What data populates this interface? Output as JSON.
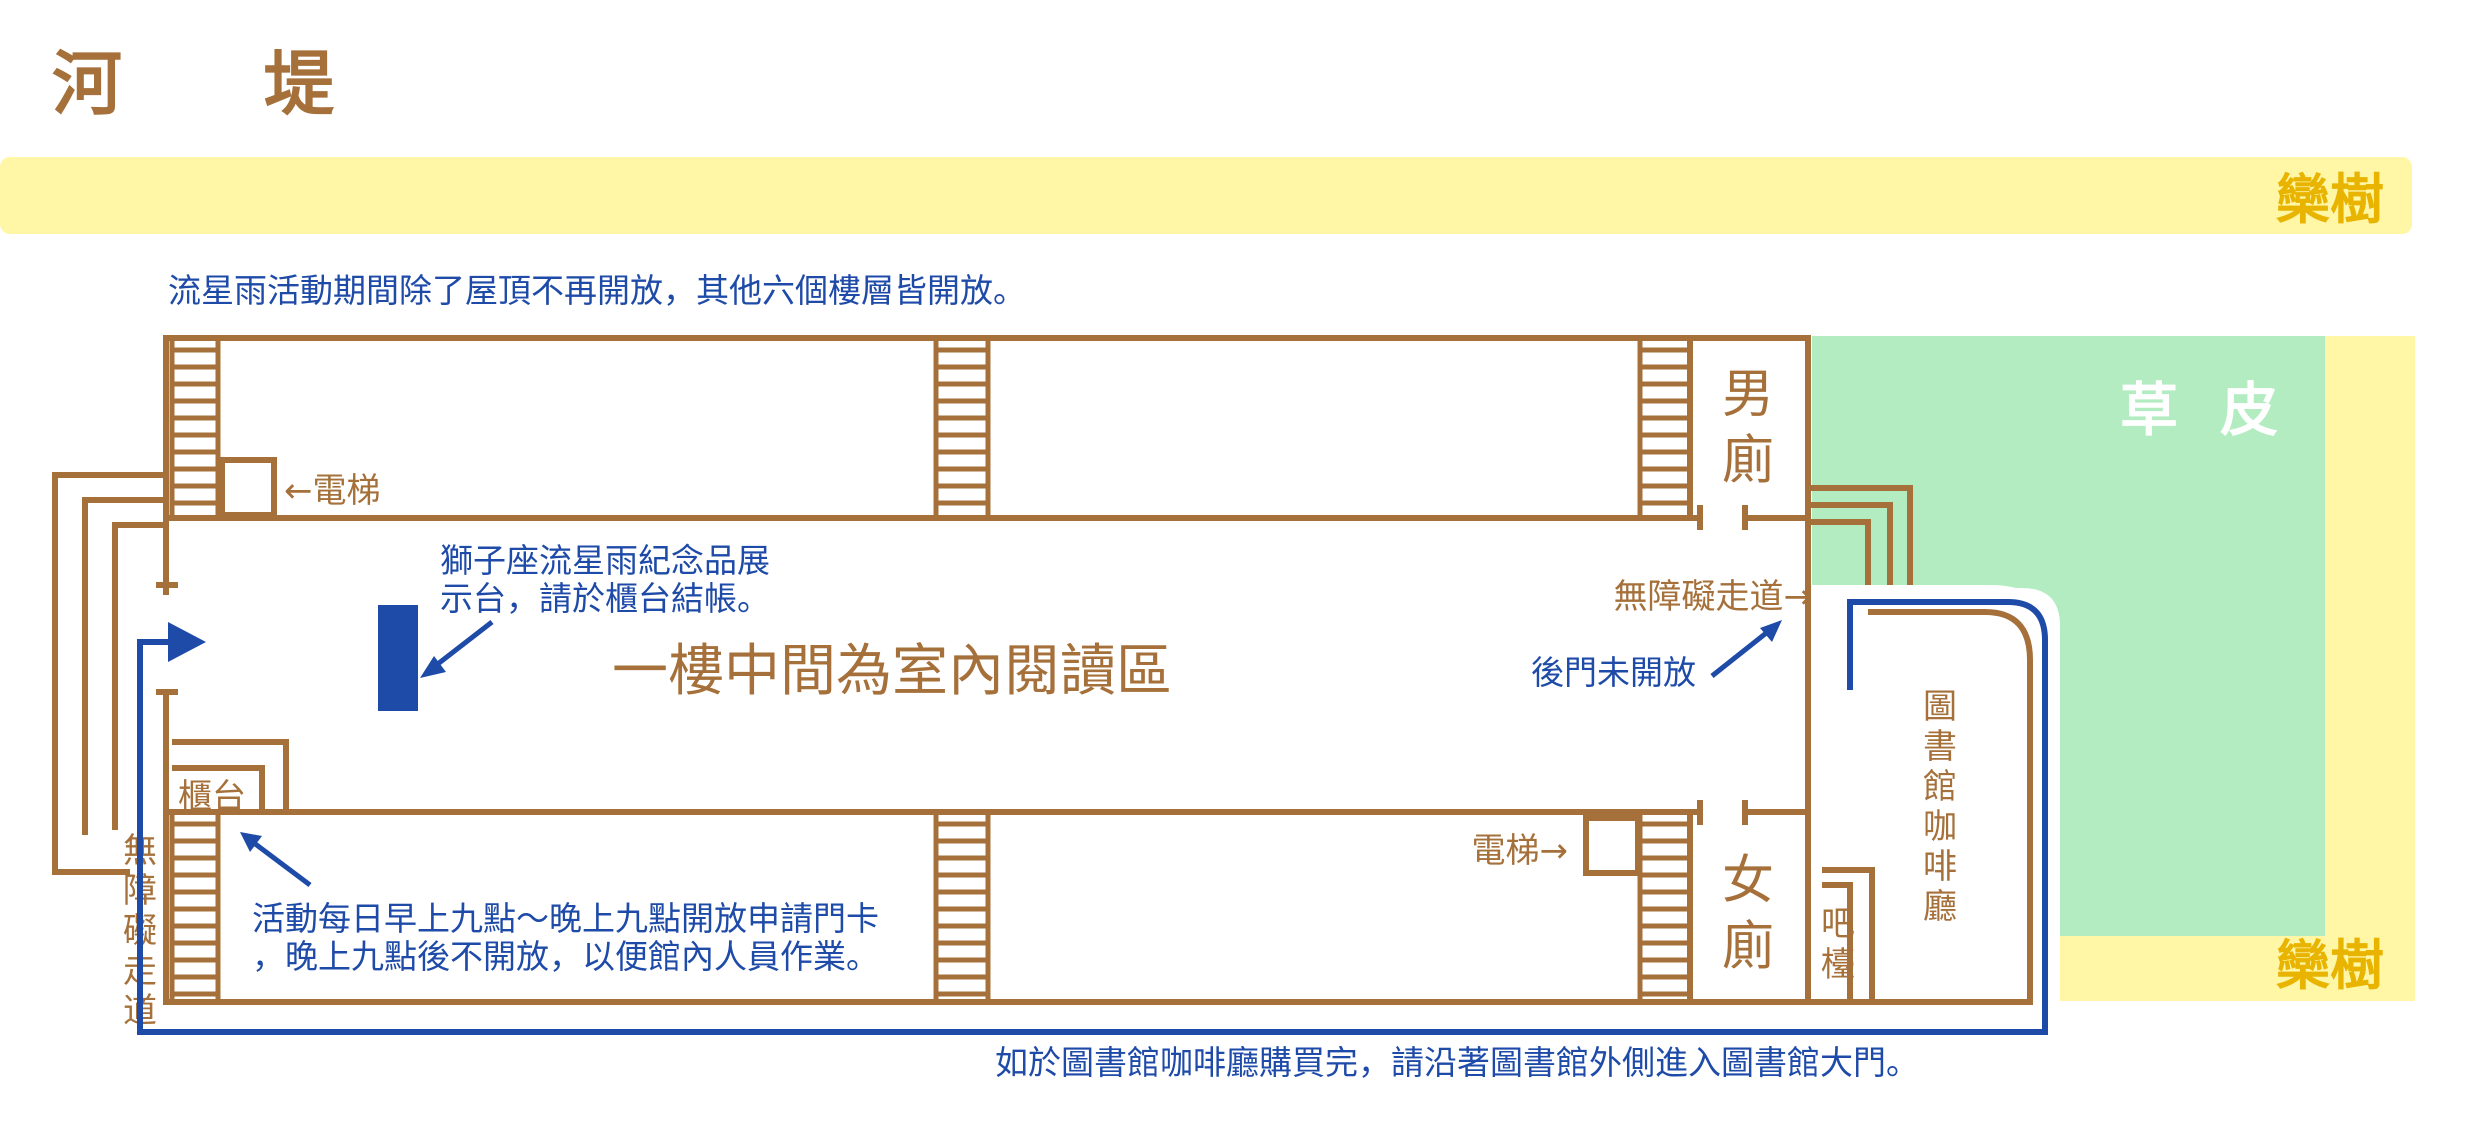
{
  "title_chars": [
    "河",
    "堤"
  ],
  "trees_top": "欒樹",
  "trees_bottom": "欒樹",
  "lawn": [
    "草",
    "皮"
  ],
  "notice_top": "流星雨活動期間除了屋頂不再開放，其他六個樓層皆開放。",
  "notice_bottom": "如於圖書館咖啡廳購買完，請沿著圖書館外側進入圖書館大門。",
  "elevator_top": "←電梯",
  "elevator_bottom": "電梯→",
  "counter": "櫃台",
  "counter_note_lines": [
    "獅子座流星雨紀念品展",
    "示台，請於櫃台結帳。"
  ],
  "reading_area": "一樓中間為室內閱讀區",
  "accessible_ramp_right": "無障礙走道→",
  "back_door": "後門未開放",
  "mens_restroom": [
    "男",
    "廁"
  ],
  "womens_restroom": [
    "女",
    "廁"
  ],
  "bar_counter": [
    "吧",
    "檯"
  ],
  "cafe": [
    "圖",
    "書",
    "館",
    "咖",
    "啡",
    "廳"
  ],
  "accessible_ramp_left": [
    "無",
    "障",
    "礙",
    "走",
    "道"
  ],
  "hours_note_lines": [
    "活動每日早上九點～晚上九點開放申請門卡",
    "，晚上九點後不開放，以便館內人員作業。"
  ],
  "colors": {
    "wall_brown": "#a5703a",
    "route_blue": "#1e4aa8",
    "tree_yellow": "#fff6a6",
    "tree_text": "#e8b400",
    "lawn_green": "#b2ecc0"
  }
}
